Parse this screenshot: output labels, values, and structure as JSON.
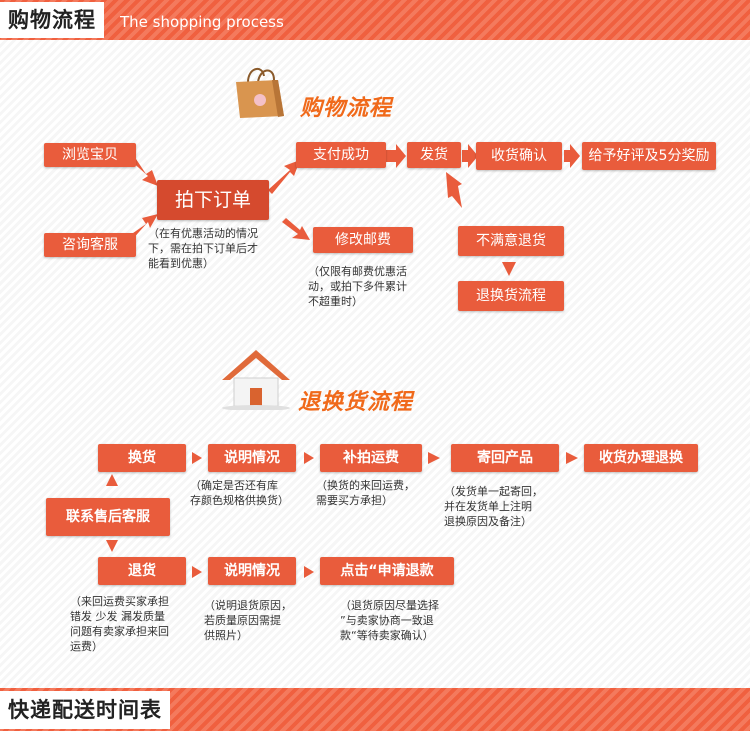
{
  "header_top": {
    "title": "购物流程",
    "subtitle": "The shopping process"
  },
  "section1": {
    "title": "购物流程",
    "steps": {
      "browse": "浏览宝贝",
      "consult": "咨询客服",
      "place_order": "拍下订单",
      "modify_postage": "修改邮费",
      "pay_success": "支付成功",
      "ship": "发货",
      "confirm_receipt": "收货确认",
      "good_review": "给予好评及5分奖励",
      "unsatisfied_return": "不满意退货",
      "exchange_flow": "退换货流程"
    },
    "notes": {
      "order_note": [
        "（在有优惠活动的情况",
        "下，需在拍下订单后才",
        "能看到优惠）"
      ],
      "postage_note": [
        "（仅限有邮费优惠活",
        "动，或拍下多件累计",
        "不超重时）"
      ]
    }
  },
  "section2": {
    "title": "退换货流程",
    "row1": {
      "exchange": "换货",
      "explain": "说明情况",
      "repay_shipping": "补拍运费",
      "send_back": "寄回产品",
      "receive_exchange": "收货办理退换"
    },
    "contact": "联系售后客服",
    "row2": {
      "return": "退货",
      "explain": "说明情况",
      "click_apply": "点击“申请退款"
    },
    "notes": {
      "n1": [
        "（确定是否还有库",
        "存颜色规格供换货）"
      ],
      "n2": [
        "（换货的来回运费，",
        "需要买方承担）"
      ],
      "n3": [
        "（发货单一起寄回，",
        "并在发货单上注明",
        "退换原因及备注）"
      ],
      "n4": [
        "（来回运费买家承担",
        "错发 少发 漏发质量",
        "问题有卖家承担来回",
        "运费）"
      ],
      "n5": [
        "（说明退货原因，",
        "若质量原因需提",
        "供照片）"
      ],
      "n6": [
        "（退货原因尽量选择",
        "”与卖家协商一致退",
        "款“等待卖家确认）"
      ]
    }
  },
  "header_bottom": {
    "title": "快递配送时间表"
  },
  "colors": {
    "accent": "#e95c3c",
    "stripe": "#f0603f",
    "title_orange": "#f0691a"
  },
  "icons": [
    "shopping-bag-icon",
    "house-icon",
    "arrow-icon"
  ]
}
